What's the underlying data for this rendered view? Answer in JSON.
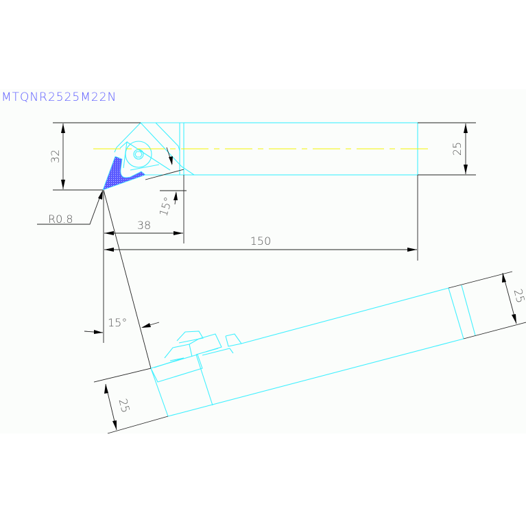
{
  "title": "MTQNR2525M22N",
  "colors": {
    "tool_outline": "#3ff0ff",
    "dimension_lines": "#222222",
    "centerline": "#f5f500",
    "insert_fill": "#5a5aff",
    "title_text": "#5a5aff",
    "dimension_text": "#555555"
  },
  "top_view": {
    "dimensions": {
      "head_height": "32",
      "shank_height": "25",
      "head_length": "38",
      "overall_length": "150",
      "side_angle": "15°",
      "nose_radius": "R0.8"
    }
  },
  "side_view": {
    "dimensions": {
      "lead_angle": "15°",
      "shank_width_left": "25",
      "shank_width_right": "25"
    }
  }
}
